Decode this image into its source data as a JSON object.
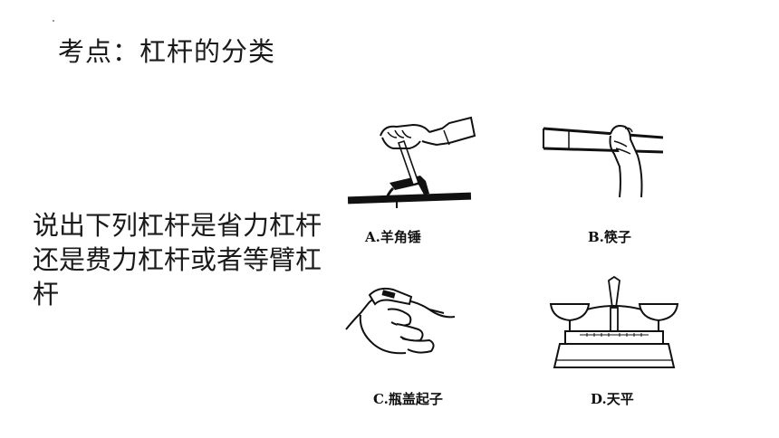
{
  "slide": {
    "title": "考点：杠杆的分类",
    "question": "说出下列杠杆是省力杠杆还是费力杠杆或者等臂杠杆"
  },
  "figures": [
    {
      "id": "a",
      "caption": "A.羊角锤",
      "icon": "claw-hammer-icon"
    },
    {
      "id": "b",
      "caption": "B.筷子",
      "icon": "chopsticks-icon"
    },
    {
      "id": "c",
      "caption": "C.瓶盖起子",
      "icon": "bottle-opener-icon"
    },
    {
      "id": "d",
      "caption": "D.天平",
      "icon": "balance-scale-icon"
    }
  ],
  "colors": {
    "text": "#1a1a1a",
    "line": "#111111",
    "background": "#ffffff"
  }
}
